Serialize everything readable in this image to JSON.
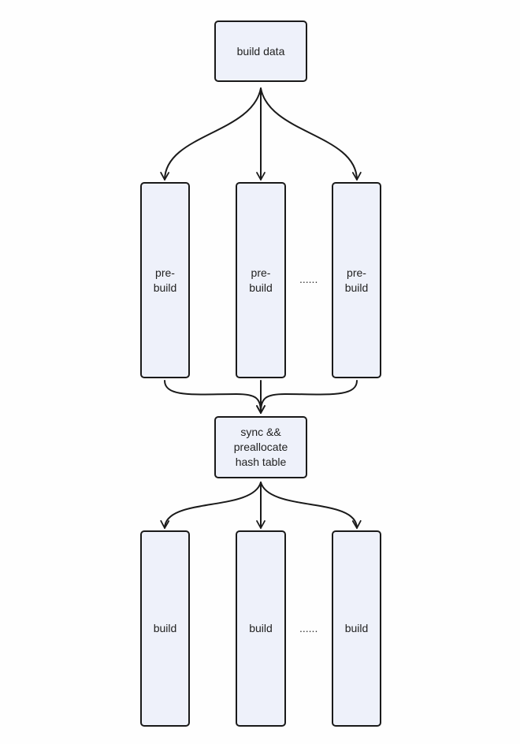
{
  "nodes": {
    "build_data": "build data",
    "prebuild_1": "pre-\nbuild",
    "prebuild_2": "pre-\nbuild",
    "prebuild_3": "pre-\nbuild",
    "sync": "sync &&\npreallocate\nhash table",
    "build_1": "build",
    "build_2": "build",
    "build_3": "build"
  },
  "ellipsis": {
    "prebuild_row": "......",
    "build_row": "......"
  },
  "colors": {
    "node_fill": "#eef1fa",
    "stroke": "#1a1a1a"
  }
}
